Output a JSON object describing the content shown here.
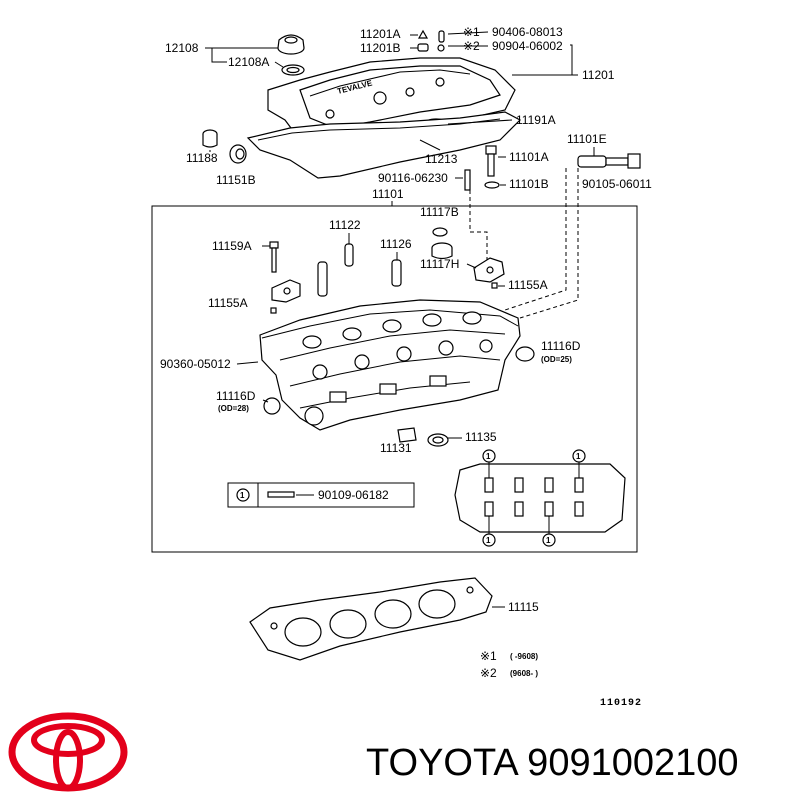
{
  "labels": {
    "p12108": "12108",
    "p12108A": "12108A",
    "p11201A": "11201A",
    "p11201B": "11201B",
    "n1_mark": "※1",
    "n1_part": "90406-08013",
    "n2_mark": "※2",
    "n2_part": "90904-06002",
    "p11201": "11201",
    "p11191A": "11191A",
    "p11188": "11188",
    "p11151B": "11151B",
    "p11213": "11213",
    "p11101A": "11101A",
    "p11101E": "11101E",
    "p90116": "90116-06230",
    "p11101B": "11101B",
    "p90105": "90105-06011",
    "p11101": "11101",
    "p11122": "11122",
    "p11117B": "11117B",
    "p11159A": "11159A",
    "p11126": "11126",
    "p11117H": "11117H",
    "p11155A_r": "11155A",
    "p11155A_l": "11155A",
    "p90360": "90360-05012",
    "p11116D_r": "11116D",
    "od25": "(OD=25)",
    "p11116D_l": "11116D",
    "od28": "(OD=28)",
    "p11131": "11131",
    "p11135": "11135",
    "legend_num": "1",
    "legend_part": "90109-06182",
    "p11115": "11115",
    "note1_mark": "※1",
    "note1_range": "(        -9608)",
    "note2_mark": "※2",
    "note2_range": "(9608-        )",
    "diagram_code": "110192",
    "cover_text": "TEVALVE",
    "circle_1": "1"
  },
  "footer": {
    "brand_text": "TOYOTA 9091002100"
  },
  "colors": {
    "logo": "#e3001b",
    "ink": "#000000"
  }
}
